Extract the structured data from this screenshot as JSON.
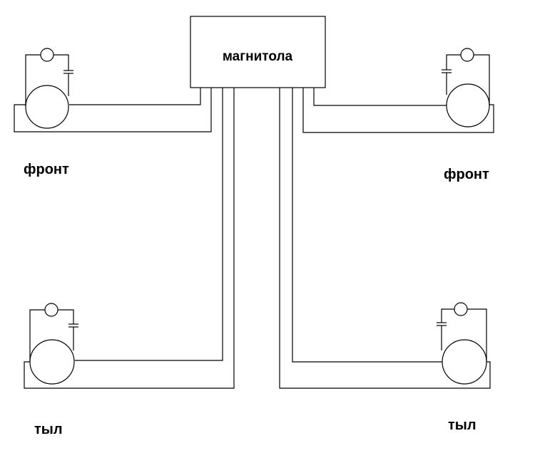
{
  "head_unit": {
    "label": "магнитола"
  },
  "labels": {
    "front_left": "фронт",
    "front_right": "фронт",
    "rear_left": "тыл",
    "rear_right": "тыл"
  }
}
